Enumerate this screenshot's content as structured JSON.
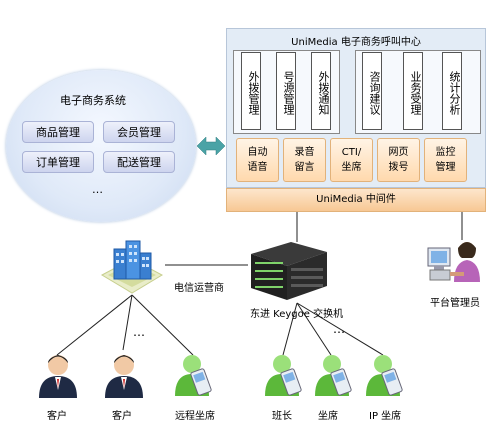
{
  "ecommerce": {
    "title": "电子商务系统",
    "items": [
      "商品管理",
      "会员管理",
      "订单管理",
      "配送管理"
    ],
    "more": "…"
  },
  "call_center": {
    "title": "UniMedia 电子商务呼叫中心",
    "top_modules": [
      "外拨管理",
      "号源管理",
      "外拨通知",
      "咨询建议",
      "业务受理",
      "统计分析"
    ],
    "bottom_modules": [
      {
        "line1": "自动",
        "line2": "语音"
      },
      {
        "line1": "录音",
        "line2": "留言"
      },
      {
        "line1": "CTI/",
        "line2": "坐席"
      },
      {
        "line1": "网页",
        "line2": "拨号"
      },
      {
        "line1": "监控",
        "line2": "管理"
      }
    ]
  },
  "middleware": "UniMedia 中间件",
  "telecom_operator": "电信运营商",
  "switch": "东进 Keygoe 交换机",
  "platform_admin": "平台管理员",
  "customers": [
    "客户",
    "客户"
  ],
  "remote_agent": "远程坐席",
  "agents": [
    "班长",
    "坐席",
    "IP 坐席"
  ],
  "ellipsis": "…",
  "colors": {
    "panel_bg": "#e3ecf6",
    "module_orange": "#ffd9ad",
    "arrow_teal": "#4aa3a6",
    "agent_green": "#5cb83a"
  }
}
